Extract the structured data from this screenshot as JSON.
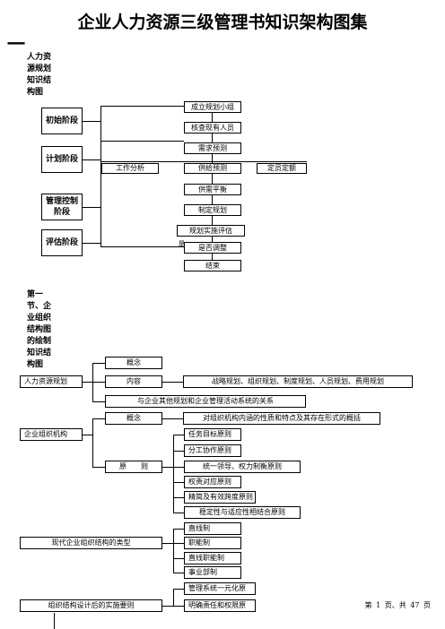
{
  "title": "企业人力资源三级管理书知识架构图集",
  "section_mark": "一",
  "section_label": "人力资源规划知识结构图",
  "flow": {
    "stages": [
      "初始阶段",
      "计划阶段",
      "管理控制阶段",
      "评估阶段"
    ],
    "steps": [
      "成立规划小组",
      "核查现有人员",
      "需求预测",
      "供给预测",
      "供需平衡",
      "制定规划",
      "规划实施评估",
      "是否调整",
      "结束"
    ],
    "job_analysis": "工作分析",
    "staffing": "定员定额",
    "yes_label": "是"
  },
  "section1_label": "第一节、企业组织结构图的绘制知识结构图",
  "tree": {
    "hr_planning": "人力资源规划",
    "concept": "概念",
    "content": "内容",
    "content_detail": "战略规划、组织规划、制度规划、人员规划、费用规划",
    "relation": "与企业其他规划和企业管理活动系统的关系",
    "org_structure": "企业组织机构",
    "org_concept_detail": "对组织机构内涵的性质和特点及其存在形式的概括",
    "principles_label": "原　　则",
    "principles": [
      "任务目标原则",
      "分工协作原则",
      "统一领导、权力制衡原则",
      "权责对应原则",
      "精简及有效跨度原则",
      "稳定性与适应性相结合原则"
    ],
    "modern_types": "现代企业组织结构的类型",
    "types": [
      "直线制",
      "职能制",
      "直线职能制",
      "事业部制"
    ],
    "implementation": "组织结构设计后的实施要则",
    "impl_items": [
      "管理系统一元化原",
      "明确责任和权限原"
    ]
  },
  "footer": "第 1 页、共 47 页"
}
